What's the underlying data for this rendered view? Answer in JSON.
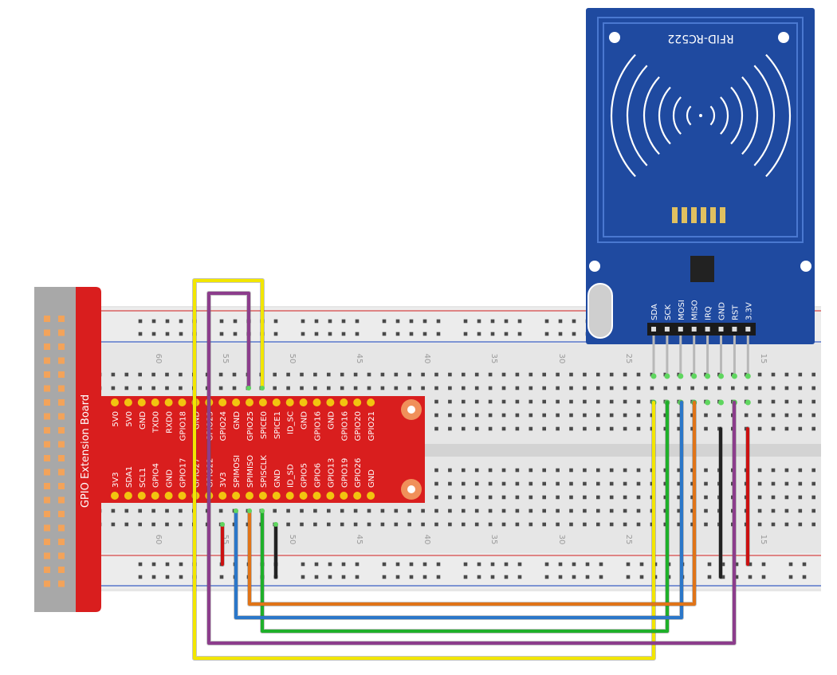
{
  "gpio_board": {
    "title": "GPIO Extension Board",
    "top_row": [
      "5V0",
      "5V0",
      "GND",
      "TXD0",
      "RXD0",
      "GPIO18",
      "GND",
      "GPIO23",
      "GPIO24",
      "GND",
      "GPIO25",
      "SPICE0",
      "SPICE1",
      "ID_SC",
      "GND",
      "GPIO16",
      "GND",
      "GPIO16",
      "GPIO20",
      "GPIO21"
    ],
    "bottom_row": [
      "3V3",
      "SDA1",
      "SCL1",
      "GPIO4",
      "GND",
      "GPIO17",
      "GPIO27",
      "GPIO22",
      "3V3",
      "SPIMOSI",
      "SPIMISO",
      "SPISCLK",
      "GND",
      "ID_SD",
      "GPIO5",
      "GPIO6",
      "GPIO13",
      "GPIO19",
      "GPIO26",
      "GND"
    ]
  },
  "breadboard": {
    "column_numbers_top": [
      "60",
      "55",
      "50",
      "45",
      "40",
      "35",
      "30",
      "25",
      "15"
    ],
    "column_numbers_bottom": [
      "60",
      "55",
      "50",
      "45",
      "40",
      "35",
      "30",
      "25",
      "15"
    ]
  },
  "rfid_module": {
    "title": "RFID-RC522",
    "pins": [
      "SDA",
      "SCK",
      "MOSI",
      "MISO",
      "IRQ",
      "GND",
      "RST",
      "3.3V"
    ]
  },
  "colors": {
    "yellow_wire": "#f2e600",
    "purple_wire": "#8c3d8c",
    "green_wire": "#1fb02a",
    "blue_wire": "#2b77c9",
    "orange_wire": "#e07418",
    "black_wire": "#222222",
    "red_wire": "#cc1111",
    "board_red": "#d91e1e",
    "rfid_blue": "#1f4aa0"
  }
}
